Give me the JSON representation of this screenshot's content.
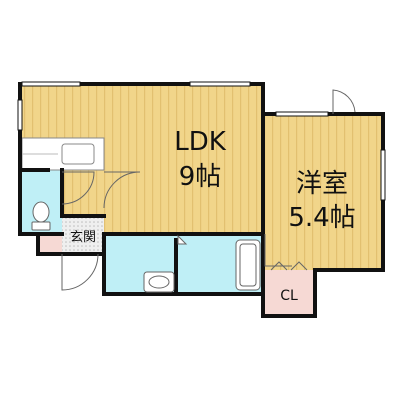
{
  "floorplan": {
    "ldk": {
      "name": "LDK",
      "size": "9帖"
    },
    "western_room": {
      "name": "洋室",
      "size": "5.4帖"
    },
    "entrance": {
      "name": "玄関"
    },
    "closet": {
      "name": "CL"
    }
  },
  "colors": {
    "wall": "#111111",
    "wood_floor": "#F1D58A",
    "wood_stripe": "#E2C070",
    "wet_area": "#BFEFF6",
    "closet": "#F6D9D4",
    "entrance_tile": "#DCDCDC",
    "kitchen_counter": "#FFFFFF"
  }
}
